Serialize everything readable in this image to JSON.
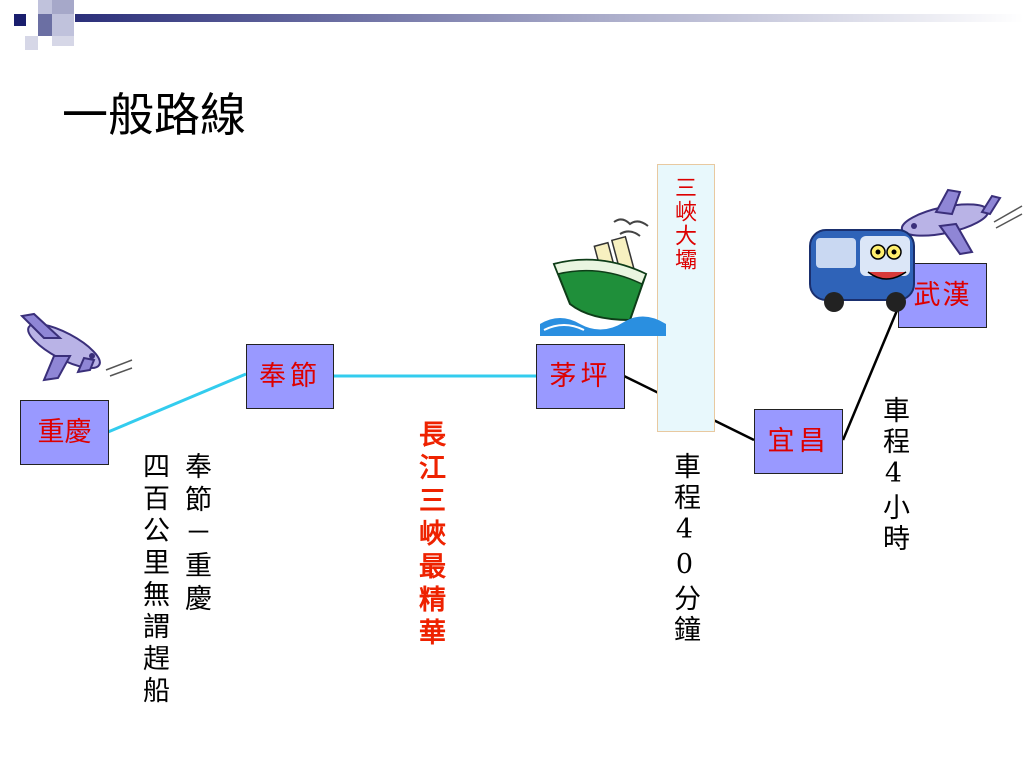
{
  "title": "一般路線",
  "nodes": {
    "chongqing": "重慶",
    "fengjie": "奉節",
    "maoping": "茅坪",
    "yichang": "宜昌",
    "wuhan": "武漢"
  },
  "dam_label": "三峽大壩",
  "notes": {
    "fengjie_chongqing": "奉節－重慶",
    "four_hundred_km": "四百公里無謂趕船",
    "three_gorges_best": "長江三峽最精華",
    "drive_40min": "車程40分鐘",
    "drive_4hr": "車程4小時"
  },
  "colors": {
    "node_fill": "#9999ff",
    "node_text": "#dd0000",
    "river_line": "#33ccee",
    "road_line": "#000000",
    "highlight_text": "#ee2200",
    "dam_text": "#dd0000"
  }
}
